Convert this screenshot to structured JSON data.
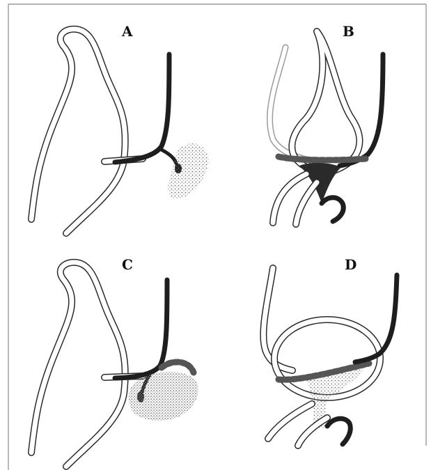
{
  "panels": [
    {
      "id": "A",
      "label": "A"
    },
    {
      "id": "B",
      "label": "B"
    },
    {
      "id": "C",
      "label": "C"
    },
    {
      "id": "D",
      "label": "D"
    }
  ],
  "colors": {
    "ink": "#1e1e1e",
    "tube_fill": "#ffffff",
    "stipple": "#6e6e6e",
    "border": "#888888"
  }
}
